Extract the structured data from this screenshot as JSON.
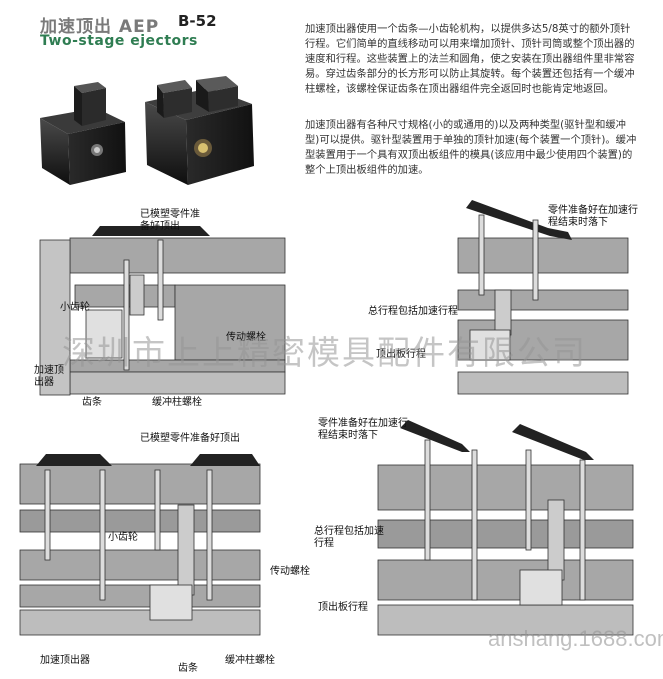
{
  "header": {
    "title_cn": "加速顶出 AEP",
    "code": "B-52",
    "title_en": "Two-stage ejectors"
  },
  "description": {
    "p1": "加速顶出器使用一个齿条—小齿轮机构，以提供多达5/8英寸的额外顶针行程。它们简单的直线移动可以用来增加顶针、顶针司筒或整个顶出器的速度和行程。这些装置上的法兰和圆角，使之安装在顶出器组件里非常容易。穿过齿条部分的长方形可以防止其旋转。每个装置还包括有一个缓冲柱螺栓，该螺栓保证齿条在顶出器组件完全返回时也能肯定地返回。",
    "p2": "加速顶出器有各种尺寸规格(小的或通用的)以及两种类型(驱针型和缓冲型)可以提供。驱针型装置用于单独的顶针加速(每个装置一个顶针)。缓冲型装置用于一个具有双顶出板组件的模具(该应用中最少使用四个装置)的整个上顶出板组件的加速。"
  },
  "diagram1": {
    "label_top": "已模塑零件准备好顶出",
    "label_pinion": "小齿轮",
    "label_drive_bolt": "传动螺栓",
    "label_accel": "加速顶出器",
    "label_rack": "齿条",
    "label_buffer": "缓冲柱螺栓"
  },
  "diagram2": {
    "label_top": "零件准备好在加速行程结束时落下",
    "label_total": "总行程包括加速行程",
    "label_ejector": "顶出板行程"
  },
  "diagram3": {
    "label_top": "已模塑零件准备好顶出",
    "label_pinion": "小齿轮",
    "label_drive_bolt": "传动螺栓",
    "label_accel": "加速顶出器",
    "label_rack": "齿条",
    "label_buffer": "缓冲柱螺栓"
  },
  "diagram4": {
    "label_top": "零件准备好在加速行程结束时落下",
    "label_total": "总行程包括加速行程",
    "label_ejector": "顶出板行程"
  },
  "watermarks": {
    "company": "深圳市上上精密模具配件有限公司",
    "site": "anshang.1688.com"
  },
  "colors": {
    "plate": "#a7a7a7",
    "plate_dark": "#8f8f8f",
    "part": "#222222",
    "title_en": "#2f7d52"
  }
}
